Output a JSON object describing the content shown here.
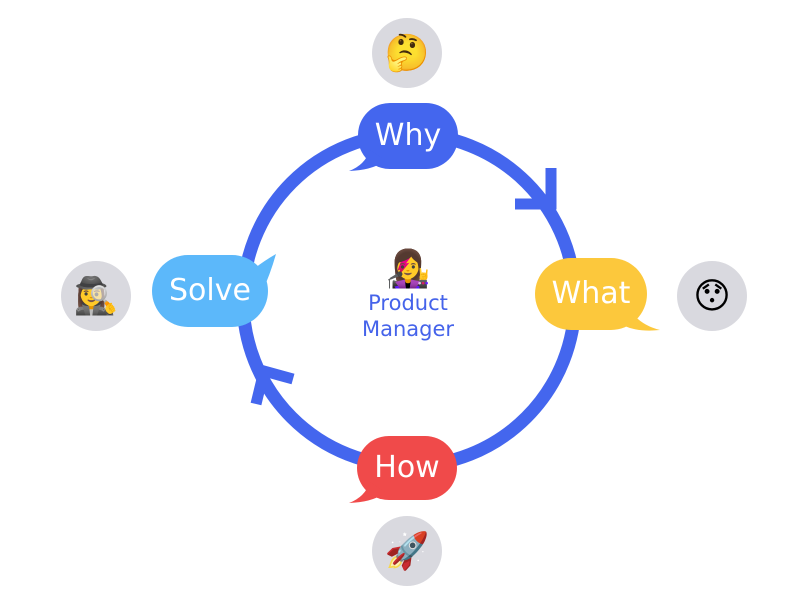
{
  "center": {
    "emoji": "👩‍🎤",
    "label_line1": "Product",
    "label_line2": "Manager"
  },
  "stages": [
    {
      "label": "Why",
      "emoji": "🤔",
      "color": "#4466ee"
    },
    {
      "label": "What",
      "emoji": "😯",
      "color": "#fcc83c"
    },
    {
      "label": "How",
      "emoji": "🚀",
      "color": "#f04a4a"
    },
    {
      "label": "Solve",
      "emoji": "🕵️‍♀️",
      "color": "#5cb8fa"
    }
  ],
  "cycle_color": "#4466ee"
}
